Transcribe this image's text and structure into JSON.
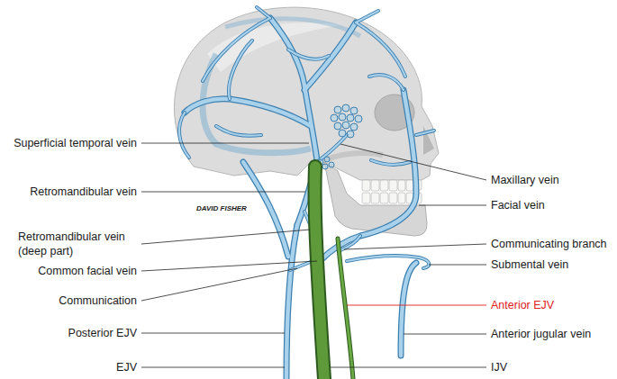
{
  "diagram": {
    "labels": [
      "Superficial temporal vein",
      "Retromandibular vein",
      "Retromandibular vein (deep part)",
      "Common facial vein",
      "Communication",
      "Posterior EJV",
      "EJV",
      "Maxillary vein",
      "Facial vein",
      "Communicating branch",
      "Submental vein",
      "Anterior EJV",
      "Anterior jugular vein",
      "IJV",
      "DAVID FISHER"
    ]
  }
}
